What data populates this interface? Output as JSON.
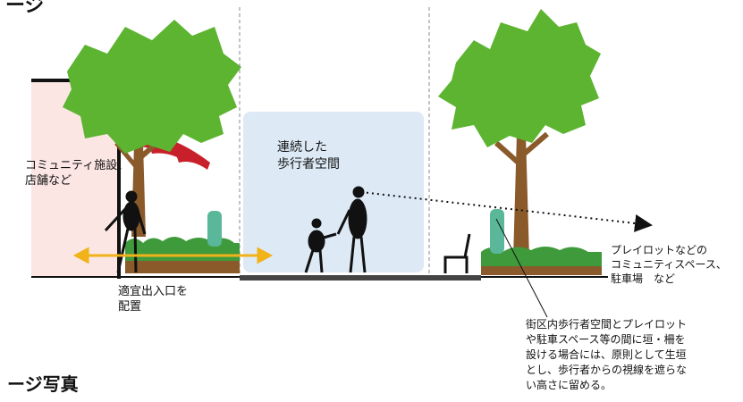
{
  "heading_top": "ージ",
  "heading_bottom": "ージ写真",
  "labels": {
    "community": "コミュニティ施設、\n店舗など",
    "walkway": "連続した\n歩行者空間",
    "entrance": "適宜出入口を\n配置",
    "playlot": "プレイロットなどの\nコミュニティスペース、\n駐車場　など",
    "fence_note": "街区内歩行者空間とプレイロット\nや駐車スペース等の間に垣・柵を\n設ける場合には、原則として生垣\nとし、歩行者からの視線を遮らな\nい高さに留める。"
  },
  "colors": {
    "building": "#fbe6e4",
    "walkway_zone": "#ddeaf6",
    "foliage": "#5cb430",
    "trunk": "#8a5a2b",
    "awning": "#c8202a",
    "arrow": "#f2b21a",
    "hedge": "#3f9a3c",
    "ground": "#8b5a2b"
  }
}
